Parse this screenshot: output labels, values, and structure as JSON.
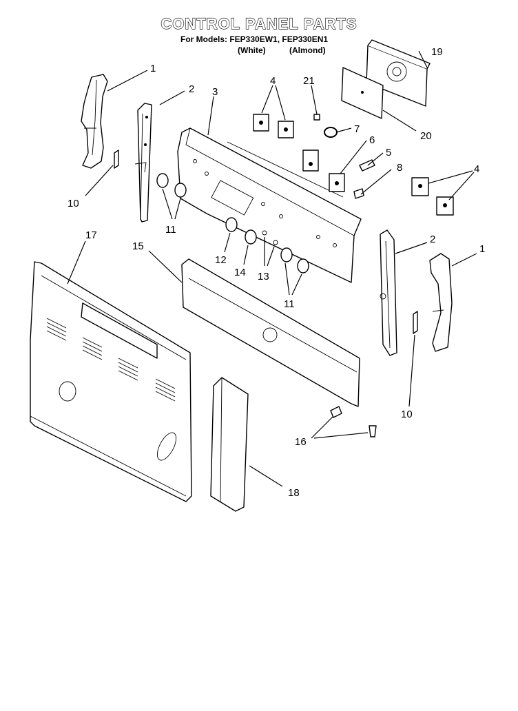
{
  "header": {
    "title": "CONTROL PANEL PARTS",
    "models": "For Models: FEP330EW1, FEP330EN1",
    "variant_1": "(White)",
    "variant_2": "(Almond)"
  },
  "callouts": {
    "c1_left": "1",
    "c2_left": "2",
    "c3": "3",
    "c4_top": "4",
    "c21": "21",
    "c19": "19",
    "c20": "20",
    "c7": "7",
    "c6": "6",
    "c5": "5",
    "c8": "8",
    "c4_right": "4",
    "c10_left": "10",
    "c11_left": "11",
    "c12": "12",
    "c14": "14",
    "c13": "13",
    "c11_right": "11",
    "c2_right": "2",
    "c1_right": "1",
    "c17": "17",
    "c15": "15",
    "c10_right": "10",
    "c16": "16",
    "c18": "18"
  }
}
